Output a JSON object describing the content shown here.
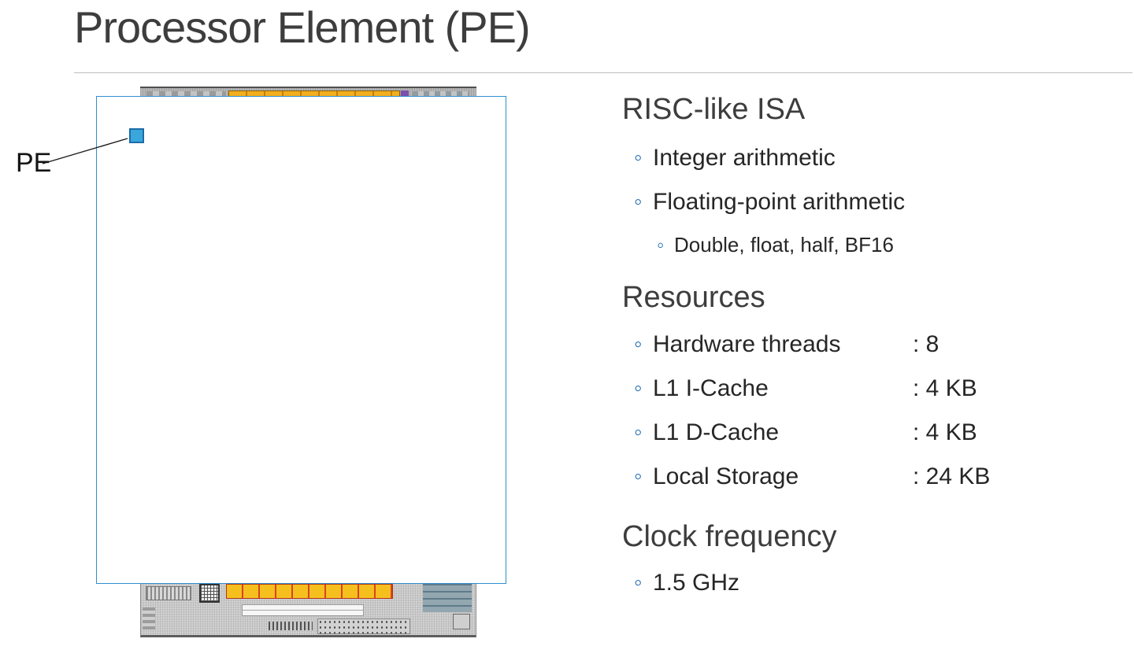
{
  "title": "Processor Element (PE)",
  "glyphs": {
    "bullet": "◦"
  },
  "diagram": {
    "pe_label": "PE",
    "description": "chip die photo with zoom callout rectangle highlighting one PE"
  },
  "content": {
    "isa": {
      "heading": "RISC-like ISA",
      "bullets": [
        "Integer arithmetic",
        "Floating-point arithmetic"
      ],
      "sub_bullet": "Double, float, half, BF16"
    },
    "resources": {
      "heading": "Resources",
      "items": [
        {
          "label": "Hardware threads",
          "value": ": 8"
        },
        {
          "label": "L1 I-Cache",
          "value": ": 4 KB"
        },
        {
          "label": "L1 D-Cache",
          "value": ": 4 KB"
        },
        {
          "label": "Local Storage",
          "value": ": 24 KB"
        }
      ]
    },
    "clock": {
      "heading": "Clock frequency",
      "bullets": [
        "1.5 GHz"
      ]
    }
  },
  "colors": {
    "heading_gray": "#3d3d3d",
    "bullet_blue": "#2e75b6",
    "callout_border": "#2f8fd0",
    "pe_fill": "#3aa7dc",
    "pe_border": "#1b6ca8",
    "die_yellow": "#f5c01d",
    "die_red": "#d9441e"
  }
}
